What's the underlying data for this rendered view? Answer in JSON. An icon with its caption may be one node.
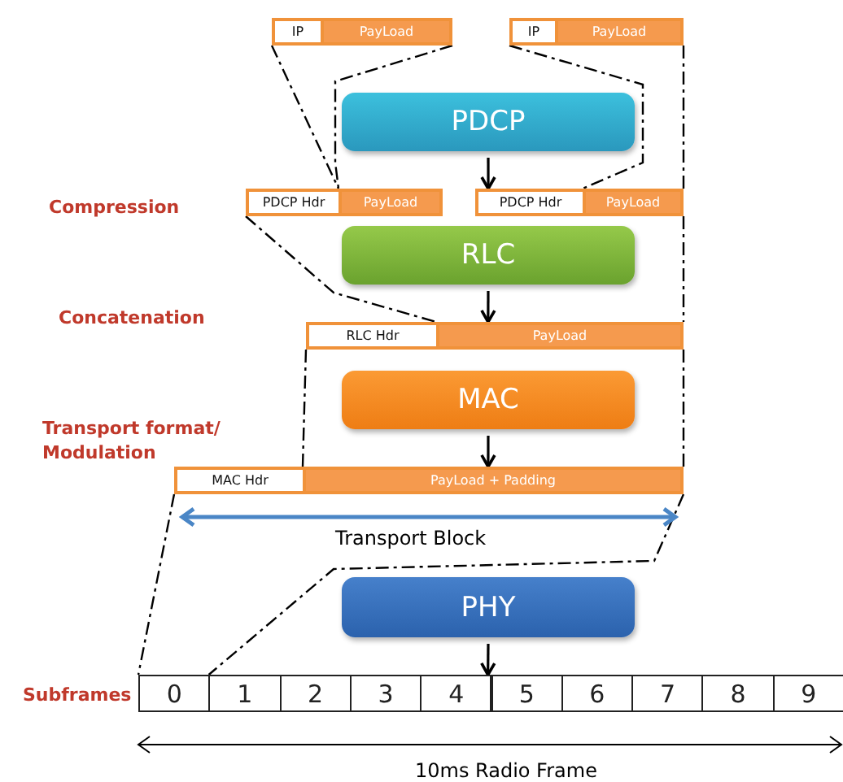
{
  "diagram": {
    "nodes": [
      {
        "text": [
          "IP"
        ]
      },
      {
        "text": [
          "PayLoad"
        ]
      },
      {
        "text": [
          "IP"
        ]
      },
      {
        "text": [
          "PayLoad"
        ]
      },
      {
        "text": [
          "PDCP"
        ]
      },
      {
        "text": [
          "PDCP Hdr"
        ]
      },
      {
        "text": [
          "PayLoad"
        ]
      },
      {
        "text": [
          "PDCP Hdr"
        ]
      },
      {
        "text": [
          "PayLoad"
        ]
      },
      {
        "text": [
          "RLC"
        ]
      },
      {
        "text": [
          "RLC Hdr"
        ]
      },
      {
        "text": [
          "PayLoad"
        ]
      },
      {
        "text": [
          "MAC"
        ]
      },
      {
        "text": [
          "MAC Hdr"
        ]
      },
      {
        "text": [
          "PayLoad + Padding"
        ]
      },
      {
        "text": [
          "PHY"
        ]
      },
      {
        "text": [
          "0"
        ]
      },
      {
        "text": [
          "1"
        ]
      },
      {
        "text": [
          "2"
        ]
      },
      {
        "text": [
          "3"
        ]
      },
      {
        "text": [
          "4"
        ]
      },
      {
        "text": [
          "5"
        ]
      },
      {
        "text": [
          "6"
        ]
      },
      {
        "text": [
          "7"
        ]
      },
      {
        "text": [
          "8"
        ]
      },
      {
        "text": [
          "9"
        ]
      }
    ],
    "edges": [
      {
        "from": 4,
        "to": 7,
        "arrow": "to"
      },
      {
        "from": 9,
        "to": 11,
        "arrow": "to"
      },
      {
        "from": 12,
        "to": 14,
        "arrow": "to"
      },
      {
        "from": 15,
        "to": 20,
        "arrow": "to"
      },
      {
        "from": 0,
        "to": 6,
        "arrow": "none",
        "style": "dashed"
      },
      {
        "from": 1,
        "to": 6,
        "arrow": "none",
        "style": "dashed"
      },
      {
        "from": 2,
        "to": 8,
        "arrow": "none",
        "style": "dashed"
      },
      {
        "from": 3,
        "to": 8,
        "arrow": "none",
        "style": "dashed"
      },
      {
        "from": 5,
        "to": 11,
        "arrow": "none",
        "style": "dashed"
      },
      {
        "from": 8,
        "to": 11,
        "arrow": "none",
        "style": "dashed"
      },
      {
        "from": 10,
        "to": 14,
        "arrow": "none",
        "style": "dashed"
      },
      {
        "from": 11,
        "to": 14,
        "arrow": "none",
        "style": "dashed"
      },
      {
        "from": 13,
        "to": 16,
        "arrow": "none",
        "style": "dashed"
      },
      {
        "from": 14,
        "to": 17,
        "arrow": "none",
        "style": "dashed"
      }
    ],
    "labels": [
      "Compression",
      "Concatenation",
      "Transport format/ Modulation",
      "Transport Block",
      "Subframes",
      "10ms Radio Frame"
    ]
  }
}
